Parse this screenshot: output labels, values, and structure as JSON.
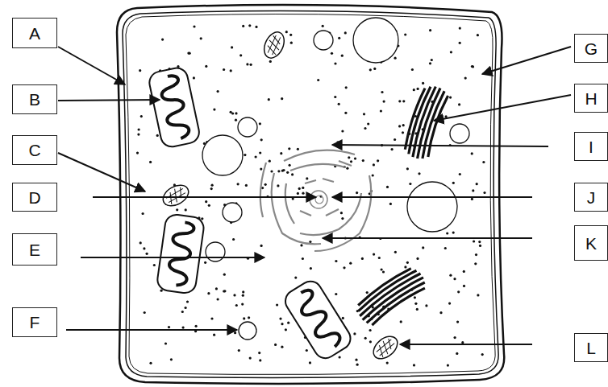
{
  "diagram": {
    "nodes": [
      {
        "text": [
          "A"
        ]
      },
      {
        "text": [
          "G"
        ]
      },
      {
        "text": [
          "B"
        ]
      },
      {
        "text": [
          "H"
        ]
      },
      {
        "text": [
          "C"
        ]
      },
      {
        "text": [
          "I"
        ]
      },
      {
        "text": [
          "D"
        ]
      },
      {
        "text": [
          "J"
        ]
      },
      {
        "text": [
          "E"
        ]
      },
      {
        "text": [
          "K"
        ]
      },
      {
        "text": [
          "F"
        ]
      },
      {
        "text": [
          "L"
        ]
      }
    ]
  }
}
